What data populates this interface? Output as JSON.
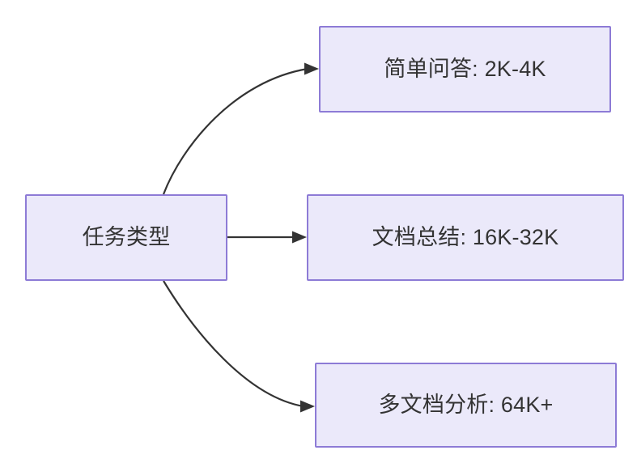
{
  "diagram": {
    "type": "flowchart",
    "direction": "left-to-right",
    "background_color": "#FFFFFF",
    "node_fill_color": "#EBE9FA",
    "node_border_color": "#8D7BD6",
    "node_text_color": "#333333",
    "edge_color": "#333333",
    "root": {
      "id": "task-type",
      "label": "任务类型"
    },
    "branches": [
      {
        "id": "simple-qa",
        "label": "简单问答: 2K-4K",
        "edge_style": "curved-up",
        "arrow": "filled-triangle"
      },
      {
        "id": "doc-summary",
        "label": "文档总结: 16K-32K",
        "edge_style": "straight",
        "arrow": "filled-triangle"
      },
      {
        "id": "multi-doc",
        "label": "多文档分析: 64K+",
        "edge_style": "curved-down",
        "arrow": "filled-triangle"
      }
    ]
  }
}
